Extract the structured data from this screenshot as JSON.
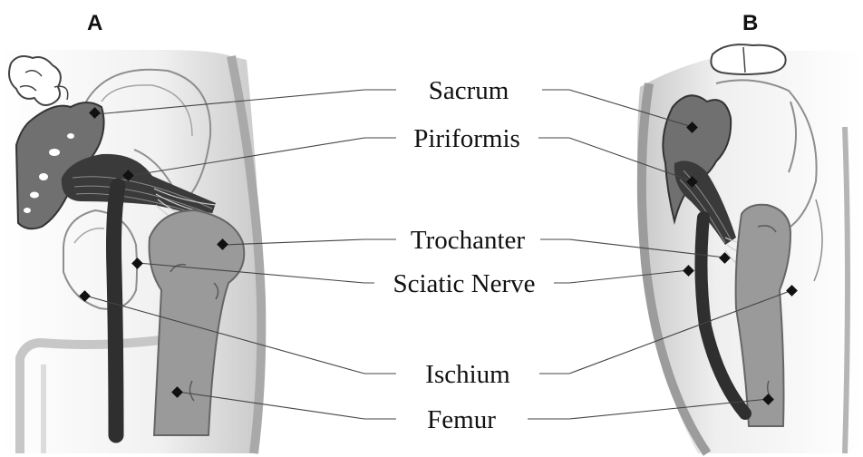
{
  "panels": {
    "a": {
      "label": "A"
    },
    "b": {
      "label": "B"
    }
  },
  "labels": {
    "sacrum": "Sacrum",
    "piriformis": "Piriformis",
    "trochanter": "Trochanter",
    "sciatic_nerve": "Sciatic Nerve",
    "ischium": "Ischium",
    "femur": "Femur"
  },
  "colors": {
    "skin_light": "#f7f7f7",
    "skin_shade": "#bdbdbd",
    "sacrum": "#707070",
    "muscle": "#3a3a3a",
    "nerve": "#2f2f2f",
    "bone": "#9a9a9a",
    "outline": "#8e8e8e"
  }
}
